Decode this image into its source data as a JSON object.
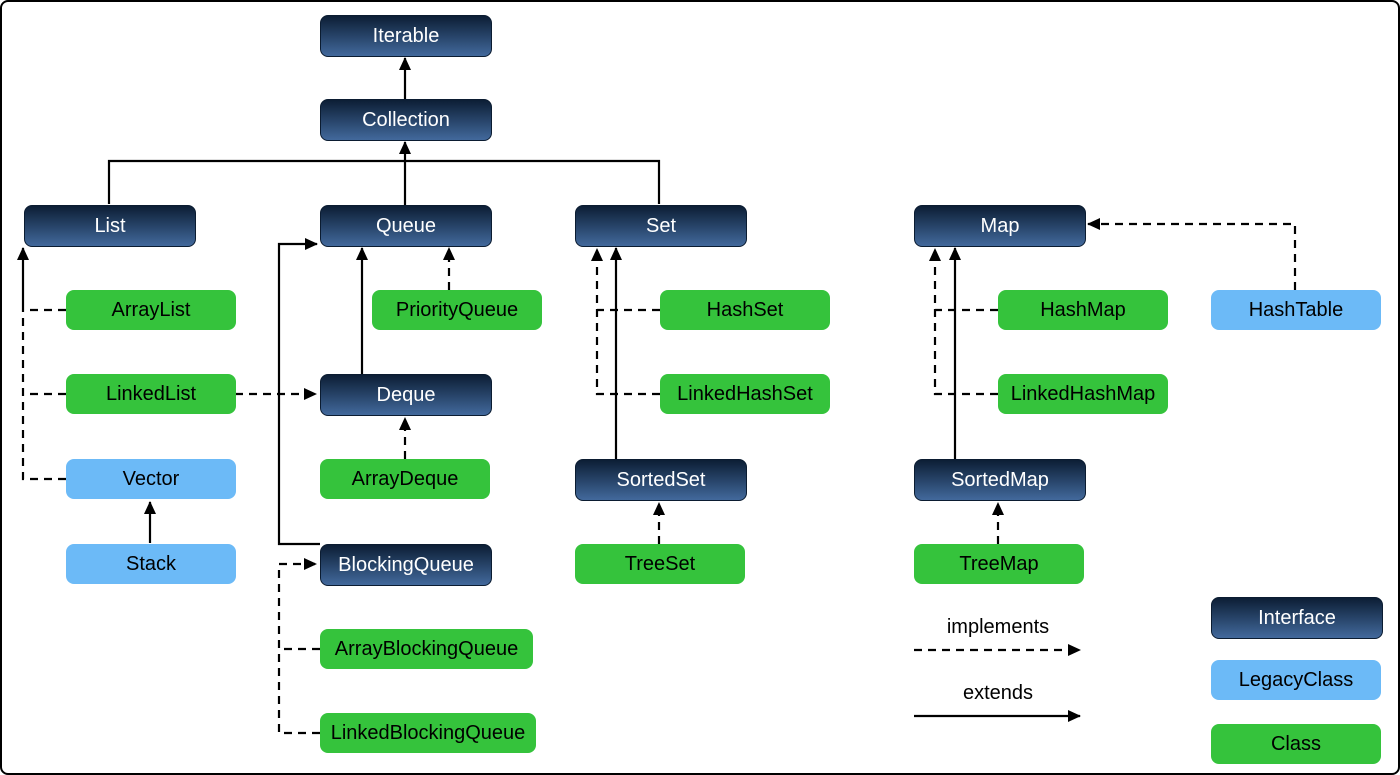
{
  "nodes": {
    "iterable": {
      "label": "Iterable",
      "type": "interface"
    },
    "collection": {
      "label": "Collection",
      "type": "interface"
    },
    "list": {
      "label": "List",
      "type": "interface"
    },
    "queue": {
      "label": "Queue",
      "type": "interface"
    },
    "set": {
      "label": "Set",
      "type": "interface"
    },
    "map": {
      "label": "Map",
      "type": "interface"
    },
    "deque": {
      "label": "Deque",
      "type": "interface"
    },
    "blockingqueue": {
      "label": "BlockingQueue",
      "type": "interface"
    },
    "sortedset": {
      "label": "SortedSet",
      "type": "interface"
    },
    "sortedmap": {
      "label": "SortedMap",
      "type": "interface"
    },
    "arraylist": {
      "label": "ArrayList",
      "type": "class"
    },
    "linkedlist": {
      "label": "LinkedList",
      "type": "class"
    },
    "vector": {
      "label": "Vector",
      "type": "legacy"
    },
    "stack": {
      "label": "Stack",
      "type": "legacy"
    },
    "priorityqueue": {
      "label": "PriorityQueue",
      "type": "class"
    },
    "arraydeque": {
      "label": "ArrayDeque",
      "type": "class"
    },
    "arrayblockingqueue": {
      "label": "ArrayBlockingQueue",
      "type": "class"
    },
    "linkedblockingqueue": {
      "label": "LinkedBlockingQueue",
      "type": "class"
    },
    "hashset": {
      "label": "HashSet",
      "type": "class"
    },
    "linkedhashset": {
      "label": "LinkedHashSet",
      "type": "class"
    },
    "treeset": {
      "label": "TreeSet",
      "type": "class"
    },
    "hashmap": {
      "label": "HashMap",
      "type": "class"
    },
    "linkedhashmap": {
      "label": "LinkedHashMap",
      "type": "class"
    },
    "treemap": {
      "label": "TreeMap",
      "type": "class"
    },
    "hashtable": {
      "label": "HashTable",
      "type": "legacy"
    }
  },
  "edges": [
    {
      "from": "collection",
      "to": "iterable",
      "type": "extends"
    },
    {
      "from": "list",
      "to": "collection",
      "type": "extends"
    },
    {
      "from": "queue",
      "to": "collection",
      "type": "extends"
    },
    {
      "from": "set",
      "to": "collection",
      "type": "extends"
    },
    {
      "from": "arraylist",
      "to": "list",
      "type": "implements"
    },
    {
      "from": "linkedlist",
      "to": "list",
      "type": "implements"
    },
    {
      "from": "vector",
      "to": "list",
      "type": "implements"
    },
    {
      "from": "stack",
      "to": "vector",
      "type": "extends"
    },
    {
      "from": "linkedlist",
      "to": "deque",
      "type": "implements"
    },
    {
      "from": "priorityqueue",
      "to": "queue",
      "type": "implements"
    },
    {
      "from": "deque",
      "to": "queue",
      "type": "extends"
    },
    {
      "from": "arraydeque",
      "to": "deque",
      "type": "implements"
    },
    {
      "from": "blockingqueue",
      "to": "queue",
      "type": "extends"
    },
    {
      "from": "arrayblockingqueue",
      "to": "blockingqueue",
      "type": "implements"
    },
    {
      "from": "linkedblockingqueue",
      "to": "blockingqueue",
      "type": "implements"
    },
    {
      "from": "hashset",
      "to": "set",
      "type": "implements"
    },
    {
      "from": "linkedhashset",
      "to": "set",
      "type": "implements"
    },
    {
      "from": "sortedset",
      "to": "set",
      "type": "extends"
    },
    {
      "from": "treeset",
      "to": "sortedset",
      "type": "implements"
    },
    {
      "from": "hashmap",
      "to": "map",
      "type": "implements"
    },
    {
      "from": "linkedhashmap",
      "to": "map",
      "type": "implements"
    },
    {
      "from": "sortedmap",
      "to": "map",
      "type": "extends"
    },
    {
      "from": "treemap",
      "to": "sortedmap",
      "type": "implements"
    },
    {
      "from": "hashtable",
      "to": "map",
      "type": "implements"
    }
  ],
  "legend": {
    "implements_label": "implements",
    "extends_label": "extends",
    "implements_line_style": "dashed",
    "extends_line_style": "solid",
    "items": [
      {
        "label": "Interface",
        "type": "interface"
      },
      {
        "label": "LegacyClass",
        "type": "legacy"
      },
      {
        "label": "Class",
        "type": "class"
      }
    ]
  },
  "colors": {
    "interface_gradient_top": "#0c1e35",
    "interface_gradient_bottom": "#42699c",
    "interface_text": "#ffffff",
    "class_fill": "#35c33c",
    "legacy_fill": "#6cbaf7",
    "node_text": "#000000",
    "connector": "#000000",
    "background": "#ffffff",
    "border": "#000000"
  }
}
